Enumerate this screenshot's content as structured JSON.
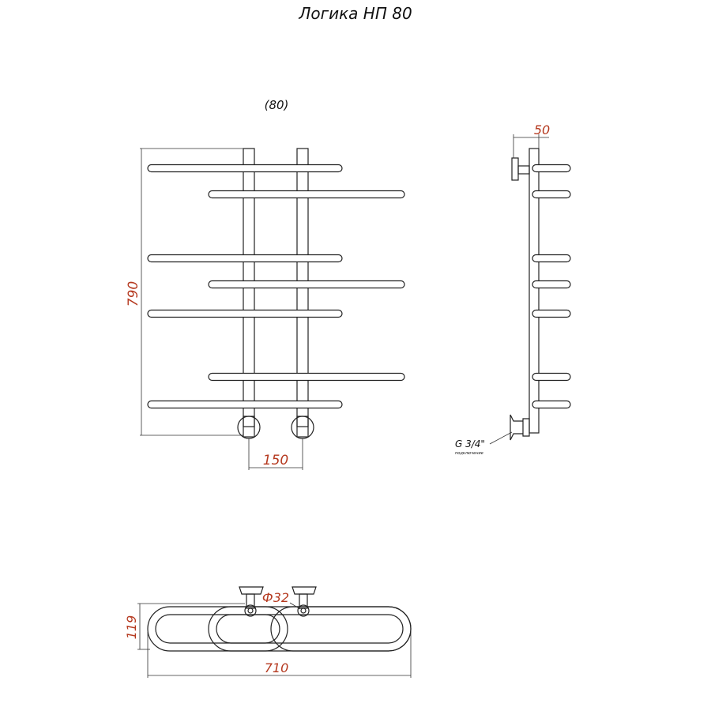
{
  "title": "Логика НП 80",
  "subtitle": "(80)",
  "dimensions": {
    "height": "790",
    "axis_distance": "150",
    "wall_offset": "50",
    "depth": "119",
    "width": "710",
    "pipe_diameter": "Ф32"
  },
  "connection": {
    "thread": "G 3/4\"",
    "note": "подключение"
  },
  "colors": {
    "dimension": "#b5391f",
    "line": "#222222"
  }
}
